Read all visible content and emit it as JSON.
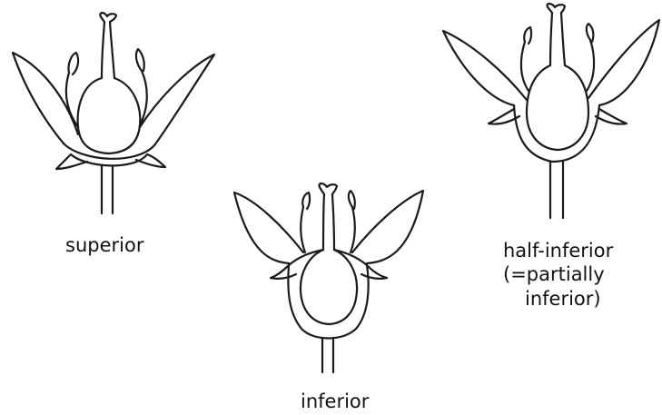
{
  "labels": {
    "superior": "superior",
    "inferior": "inferior",
    "half_inferior_line1": "half-inferior",
    "half_inferior_line2": "(=partially",
    "half_inferior_line3": "inferior)"
  }
}
